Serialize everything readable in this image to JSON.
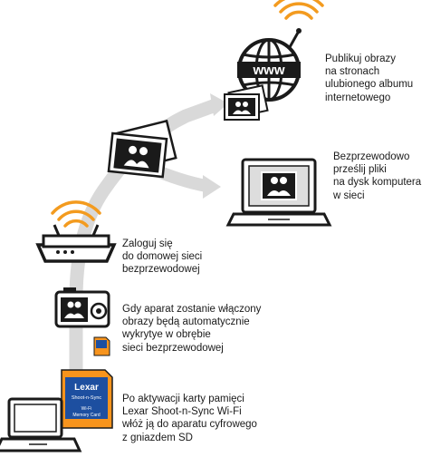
{
  "colors": {
    "arc": "#d9d9d9",
    "wifi": "#f39b1f",
    "device": "#1a1a1a",
    "card_orange": "#f7941d",
    "card_blue": "#1d4fa0"
  },
  "icons": [
    "laptop-icon",
    "sd-card-icon",
    "camera-icon",
    "router-icon",
    "photos-icon",
    "globe-www-icon",
    "laptop-icon",
    "wifi-icon"
  ],
  "globe": {
    "label": "www"
  },
  "sd_card": {
    "brand": "Lexar",
    "model": "Shoot-n-Sync",
    "feature": "Wi-Fi",
    "type": "Memory Card"
  },
  "captions": {
    "publish": [
      "Publikuj obrazy",
      "na stronach",
      "ulubionego albumu",
      "internetowego"
    ],
    "transfer": [
      "Bezprzewodowo",
      "prześlij pliki",
      "na dysk komputera",
      "w sieci"
    ],
    "login": [
      "Zaloguj się",
      "do domowej sieci",
      "bezprzewodowej"
    ],
    "camera": [
      "Gdy aparat zostanie włączony",
      "obrazy będą automatycznie",
      "wykrytye w obrębie",
      "sieci bezprzewodowej"
    ],
    "insert": [
      "Po aktywacji karty pamięci",
      "Lexar Shoot-n-Sync Wi-Fi",
      "włóż ją do aparatu cyfrowego",
      "z gniazdem SD"
    ]
  }
}
